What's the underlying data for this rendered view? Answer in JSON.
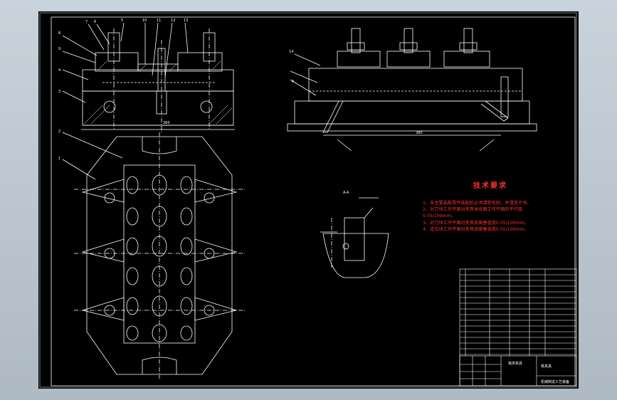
{
  "drawing": {
    "background": "#000000",
    "line_color": "#ffffff",
    "accent_color": "#ff3030",
    "section_label": "A-A"
  },
  "technical_requirements": {
    "title": "技术要求",
    "items": [
      "1、各主要装配零件装配前必须清除毛刺，并清洗干净。",
      "2、对刀块工作平面对夹具体底面工作平面的平行度",
      "0.05/100mm。",
      "3、对刀块工作平面对夹具底面垂直度0.05/100mm。",
      "4、定位块工作平面对夹具底面垂直度0.05/100mm。"
    ]
  },
  "title_block": {
    "drawing_name": "铣床夹具",
    "part_label": "铣夹具",
    "company": "机械制造工艺装备"
  },
  "labels": {
    "view_a": "A",
    "dim_main": "380",
    "dim_top": "360"
  },
  "balloons": [
    "1",
    "2",
    "3",
    "4",
    "5",
    "6",
    "7",
    "8",
    "9",
    "10",
    "11",
    "12",
    "13",
    "14"
  ]
}
